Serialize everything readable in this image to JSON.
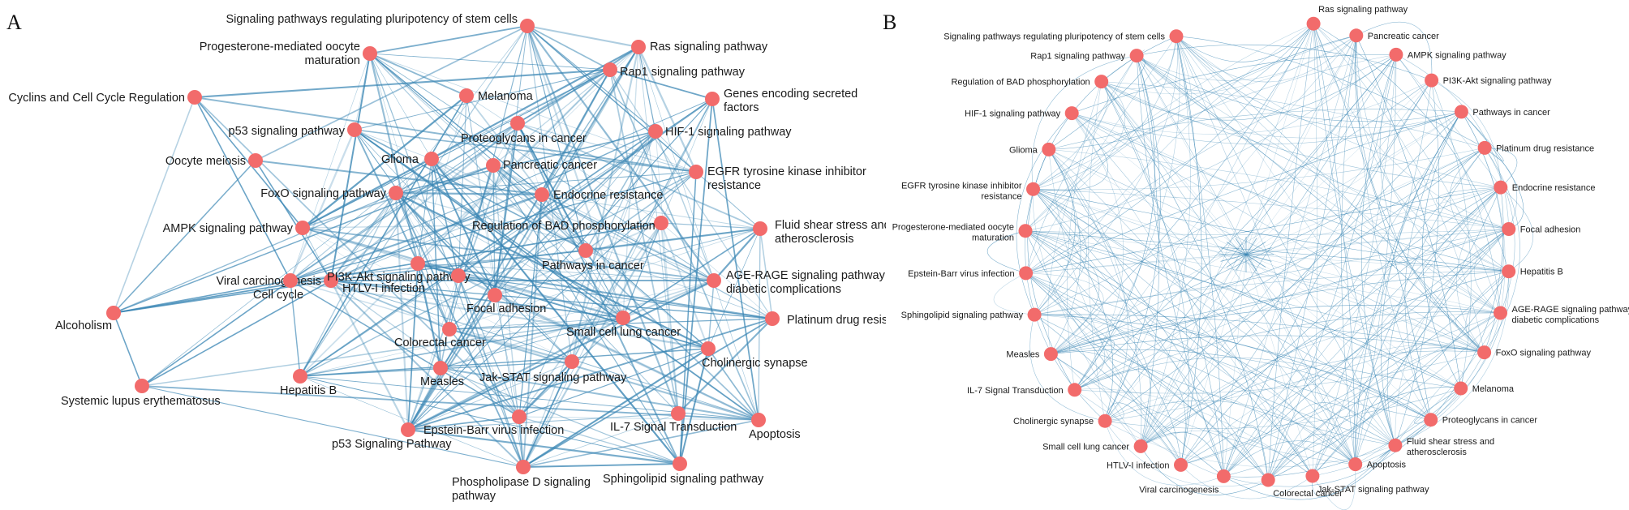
{
  "panel_a": {
    "letter": "A",
    "nodes": [
      "Signaling pathways regulating pluripotency of stem cells",
      "Ras signaling pathway",
      "Rap1 signaling pathway",
      "Progesterone-mediated oocyte maturation",
      "Genes encoding secreted factors",
      "Cyclins and Cell Cycle Regulation",
      "Melanoma",
      "Proteoglycans in cancer",
      "HIF-1 signaling pathway",
      "p53 signaling pathway",
      "Oocyte meiosis",
      "Glioma",
      "Pancreatic cancer",
      "EGFR tyrosine kinase inhibitor resistance",
      "FoxO signaling pathway",
      "Endocrine resistance",
      "AMPK signaling pathway",
      "Regulation of BAD phosphorylation",
      "Fluid shear stress and atherosclerosis",
      "Pathways in cancer",
      "Viral carcinogenesis",
      "PI3K-Akt signaling pathway",
      "AGE-RAGE signaling pathway in diabetic complications",
      "Cell cycle",
      "HTLV-I infection",
      "Focal adhesion",
      "Alcoholism",
      "Platinum drug resistance",
      "Small cell lung cancer",
      "Colorectal cancer",
      "Cholinergic synapse",
      "Measles",
      "Jak-STAT signaling pathway",
      "Hepatitis B",
      "Systemic lupus erythematosus",
      "Epstein-Barr virus infection",
      "IL-7 Signal Transduction",
      "Apoptosis",
      "p53 Signaling Pathway",
      "Phospholipase D signaling pathway",
      "Sphingolipid signaling pathway"
    ]
  },
  "panel_b": {
    "letter": "B",
    "nodes": [
      "Ras signaling pathway",
      "Pancreatic cancer",
      "AMPK signaling pathway",
      "PI3K-Akt signaling pathway",
      "Pathways in cancer",
      "Platinum drug resistance",
      "Endocrine resistance",
      "Focal adhesion",
      "Hepatitis B",
      "AGE-RAGE signaling pathway in diabetic complications",
      "FoxO signaling pathway",
      "Melanoma",
      "Proteoglycans in cancer",
      "Fluid shear stress and atherosclerosis",
      "Apoptosis",
      "Jak-STAT signaling pathway",
      "Colorectal cancer",
      "Viral carcinogenesis",
      "HTLV-I infection",
      "Small cell lung cancer",
      "Cholinergic synapse",
      "IL-7 Signal Transduction",
      "Measles",
      "Sphingolipid signaling pathway",
      "Epstein-Barr virus infection",
      "Progesterone-mediated oocyte maturation",
      "EGFR tyrosine kinase inhibitor resistance",
      "Glioma",
      "HIF-1 signaling pathway",
      "Regulation of BAD phosphorylation",
      "Rap1 signaling pathway",
      "Signaling pathways regulating pluripotency of stem cells"
    ]
  },
  "colors": {
    "node": "#f26b6b",
    "edge": "#3a86b4",
    "label": "#1a1a1a"
  }
}
